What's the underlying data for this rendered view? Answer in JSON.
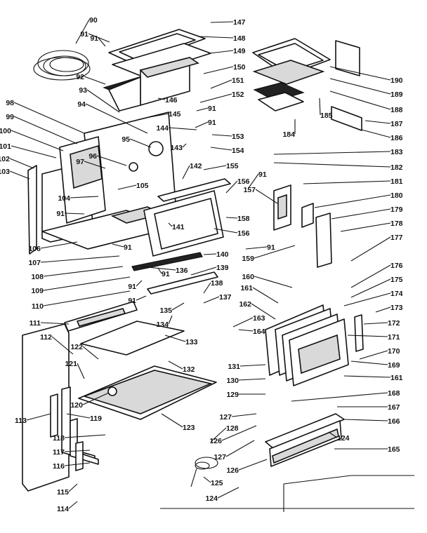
{
  "accent_color": "#111111",
  "background_color": "#ffffff",
  "callouts": [
    "90",
    "91",
    "92",
    "93",
    "94",
    "95",
    "96",
    "97",
    "98",
    "99",
    "100",
    "101",
    "102",
    "103",
    "104",
    "91",
    "106",
    "107",
    "108",
    "109",
    "110",
    "111",
    "112",
    "113",
    "114",
    "115",
    "116",
    "117",
    "118",
    "119",
    "120",
    "121",
    "122",
    "123",
    "124",
    "124",
    "125",
    "126",
    "126",
    "127",
    "127",
    "128",
    "129",
    "130",
    "131",
    "132",
    "133",
    "134",
    "135",
    "136",
    "137",
    "138",
    "139",
    "140",
    "141",
    "142",
    "143",
    "144",
    "145",
    "146",
    "147",
    "148",
    "149",
    "150",
    "151",
    "152",
    "153",
    "154",
    "155",
    "156",
    "156",
    "157",
    "158",
    "159",
    "160",
    "161",
    "161",
    "162",
    "163",
    "164",
    "165",
    "166",
    "167",
    "168",
    "169",
    "170",
    "171",
    "172",
    "173",
    "174",
    "175",
    "176",
    "177",
    "178",
    "179",
    "180",
    "181",
    "182",
    "183",
    "184",
    "185",
    "186",
    "187",
    "188",
    "189",
    "190",
    "91",
    "91",
    "91",
    "91",
    "91",
    "91",
    "91",
    "91",
    "91",
    "105"
  ]
}
